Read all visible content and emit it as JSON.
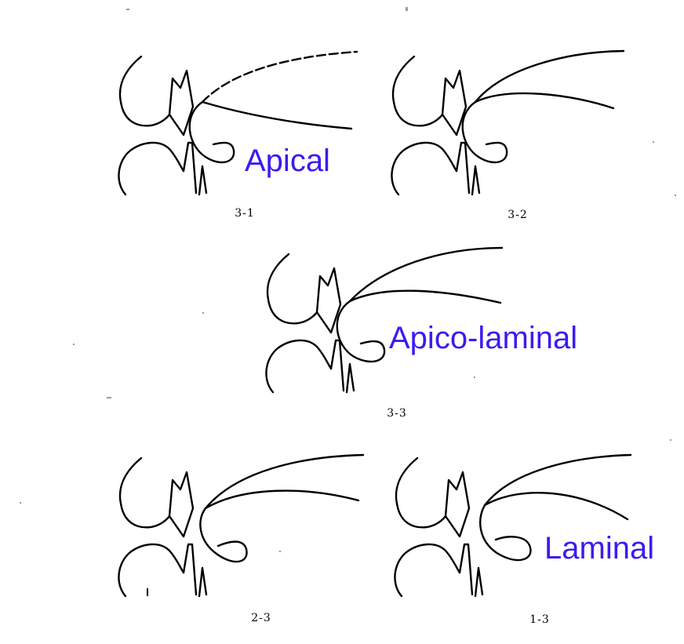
{
  "labels": {
    "apical": "Apical",
    "apico_laminal": "Apico-laminal",
    "laminal": "Laminal"
  },
  "panels": [
    {
      "id": "3-1",
      "caption": "3-1"
    },
    {
      "id": "3-2",
      "caption": "3-2"
    },
    {
      "id": "3-3",
      "caption": "3-3"
    },
    {
      "id": "2-3",
      "caption": "2-3"
    },
    {
      "id": "1-3",
      "caption": "1-3"
    }
  ],
  "colors": {
    "label": "#3a1cf0",
    "line": "#000000",
    "background": "#ffffff"
  }
}
